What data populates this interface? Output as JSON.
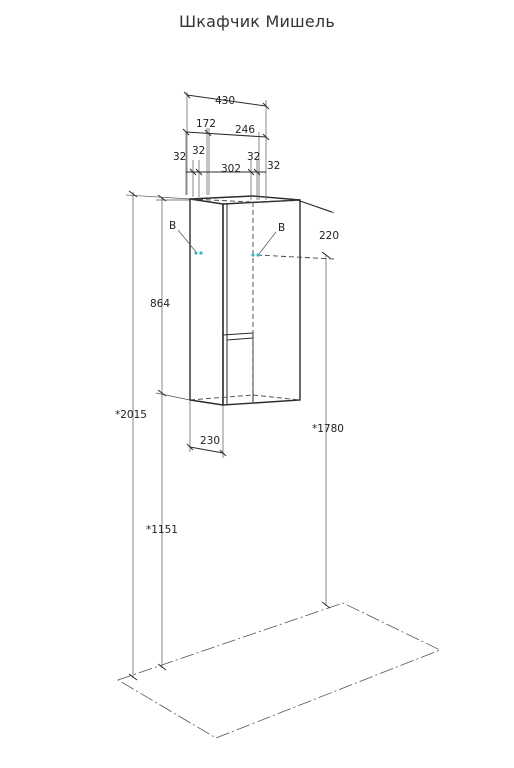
{
  "title": "Шкафчик Мишель",
  "dimensions": {
    "w430": "430",
    "w172": "172",
    "w246": "246",
    "w32a": "32",
    "w32b": "32",
    "w302": "302",
    "w32c": "32",
    "w32d": "32",
    "d220": "220",
    "h864": "864",
    "h2015": "*2015",
    "h1780": "*1780",
    "h1151": "*1151",
    "w230": "230"
  },
  "mount_labels": {
    "left": "B",
    "right": "B"
  },
  "colors": {
    "lines": "#2b2b2b",
    "mount_point": "#3fb6c0"
  }
}
